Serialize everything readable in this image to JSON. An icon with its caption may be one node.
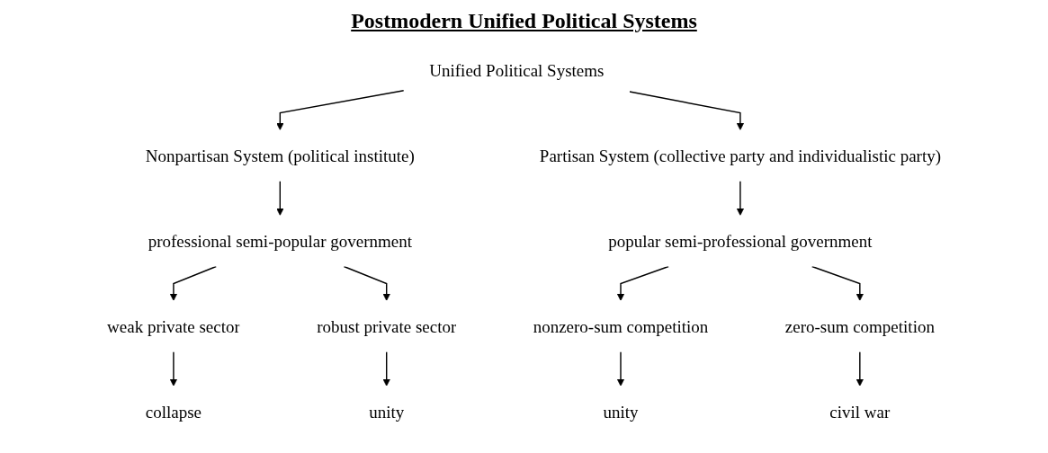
{
  "diagram": {
    "title": "Postmodern Unified Political Systems",
    "nodes": [
      {
        "text": [
          "Unified Political Systems"
        ]
      },
      {
        "text": [
          "Nonpartisan System (political institute)"
        ]
      },
      {
        "text": [
          "Partisan System (collective party and individualistic party)"
        ]
      },
      {
        "text": [
          "professional semi-popular government"
        ]
      },
      {
        "text": [
          "popular semi-professional government"
        ]
      },
      {
        "text": [
          "weak private sector"
        ]
      },
      {
        "text": [
          "robust private sector"
        ]
      },
      {
        "text": [
          "nonzero-sum competition"
        ]
      },
      {
        "text": [
          "zero-sum competition"
        ]
      },
      {
        "text": [
          "collapse"
        ]
      },
      {
        "text": [
          "unity"
        ]
      },
      {
        "text": [
          "unity"
        ]
      },
      {
        "text": [
          "civil war"
        ]
      }
    ],
    "edges": [
      {
        "from": 0,
        "to": 1,
        "arrow": "to"
      },
      {
        "from": 0,
        "to": 2,
        "arrow": "to"
      },
      {
        "from": 1,
        "to": 3,
        "arrow": "to"
      },
      {
        "from": 2,
        "to": 4,
        "arrow": "to"
      },
      {
        "from": 3,
        "to": 5,
        "arrow": "to"
      },
      {
        "from": 3,
        "to": 6,
        "arrow": "to"
      },
      {
        "from": 4,
        "to": 7,
        "arrow": "to"
      },
      {
        "from": 4,
        "to": 8,
        "arrow": "to"
      },
      {
        "from": 5,
        "to": 9,
        "arrow": "to"
      },
      {
        "from": 6,
        "to": 10,
        "arrow": "to"
      },
      {
        "from": 7,
        "to": 11,
        "arrow": "to"
      },
      {
        "from": 8,
        "to": 12,
        "arrow": "to"
      }
    ]
  }
}
